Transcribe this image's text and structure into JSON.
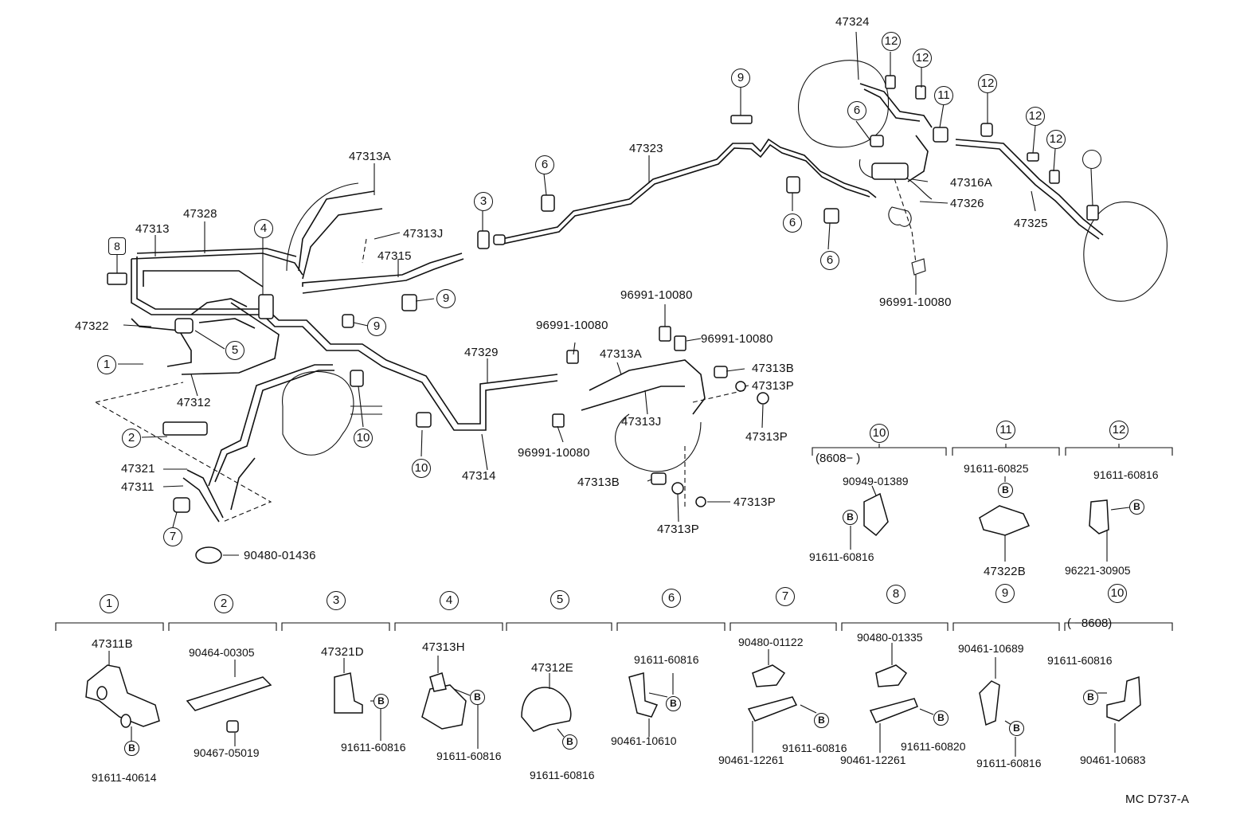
{
  "labels": {
    "l47324": "47324",
    "l47313A_top": "47313A",
    "l47328": "47328",
    "l47313": "47313",
    "l47313J_top": "47313J",
    "l47315": "47315",
    "l47322": "47322",
    "l47312": "47312",
    "l47321": "47321",
    "l47311": "47311",
    "l90480_01436": "90480-01436",
    "l47323": "47323",
    "l47316A": "47316A",
    "l47326": "47326",
    "l47325": "47325",
    "l96991_r1": "96991-10080",
    "l96991_m1": "96991-10080",
    "l96991_m2": "96991-10080",
    "l96991_m3": "96991-10080",
    "l96991_m4": "96991-10080",
    "l47329": "47329",
    "l47313A_mid": "47313A",
    "l47313J_mid": "47313J",
    "l47314": "47314",
    "l47313B_1": "47313B",
    "l47313P_1": "47313P",
    "l47313P_2": "47313P",
    "l47313B_2": "47313B",
    "l47313P_3": "47313P",
    "l47313P_4": "47313P"
  },
  "callouts": {
    "c1": "1",
    "c2": "2",
    "c3": "3",
    "c4": "4",
    "c5": "5",
    "c6a": "6",
    "c6b": "6",
    "c6c": "6",
    "c6d": "6",
    "c7": "7",
    "c8": "8",
    "c9a": "9",
    "c9b": "9",
    "c9c": "9",
    "c10a": "10",
    "c10b": "10",
    "c11": "11",
    "c12a": "12",
    "c12b": "12",
    "c12c": "12",
    "c12d": "12",
    "c12e": "12"
  },
  "detail_upper": {
    "d10": {
      "num": "10",
      "range": "(8608−        )",
      "codes": [
        "90949-01389",
        "91611-60816"
      ]
    },
    "d11": {
      "num": "11",
      "codes": [
        "91611-60825",
        "47322B"
      ]
    },
    "d12": {
      "num": "12",
      "codes": [
        "91611-60816",
        "96221-30905"
      ]
    }
  },
  "detail_lower": {
    "d1": {
      "num": "1",
      "codes": [
        "47311B",
        "91611-40614"
      ]
    },
    "d2": {
      "num": "2",
      "codes": [
        "90464-00305",
        "90467-05019"
      ]
    },
    "d3": {
      "num": "3",
      "codes": [
        "47321D",
        "91611-60816"
      ]
    },
    "d4": {
      "num": "4",
      "codes": [
        "47313H",
        "91611-60816"
      ]
    },
    "d5": {
      "num": "5",
      "codes": [
        "47312E",
        "91611-60816"
      ]
    },
    "d6": {
      "num": "6",
      "codes": [
        "91611-60816",
        "90461-10610"
      ]
    },
    "d7": {
      "num": "7",
      "codes": [
        "90480-01122",
        "91611-60816",
        "90461-12261"
      ]
    },
    "d8": {
      "num": "8",
      "codes": [
        "90480-01335",
        "91611-60820",
        "90461-12261"
      ]
    },
    "d9": {
      "num": "9",
      "codes": [
        "90461-10689",
        "91611-60816"
      ]
    },
    "d10b": {
      "num": "10",
      "range": "(      −8608)",
      "codes": [
        "91611-60816",
        "90461-10683"
      ]
    }
  },
  "badge": "B",
  "figure_code": "MC D737-A"
}
